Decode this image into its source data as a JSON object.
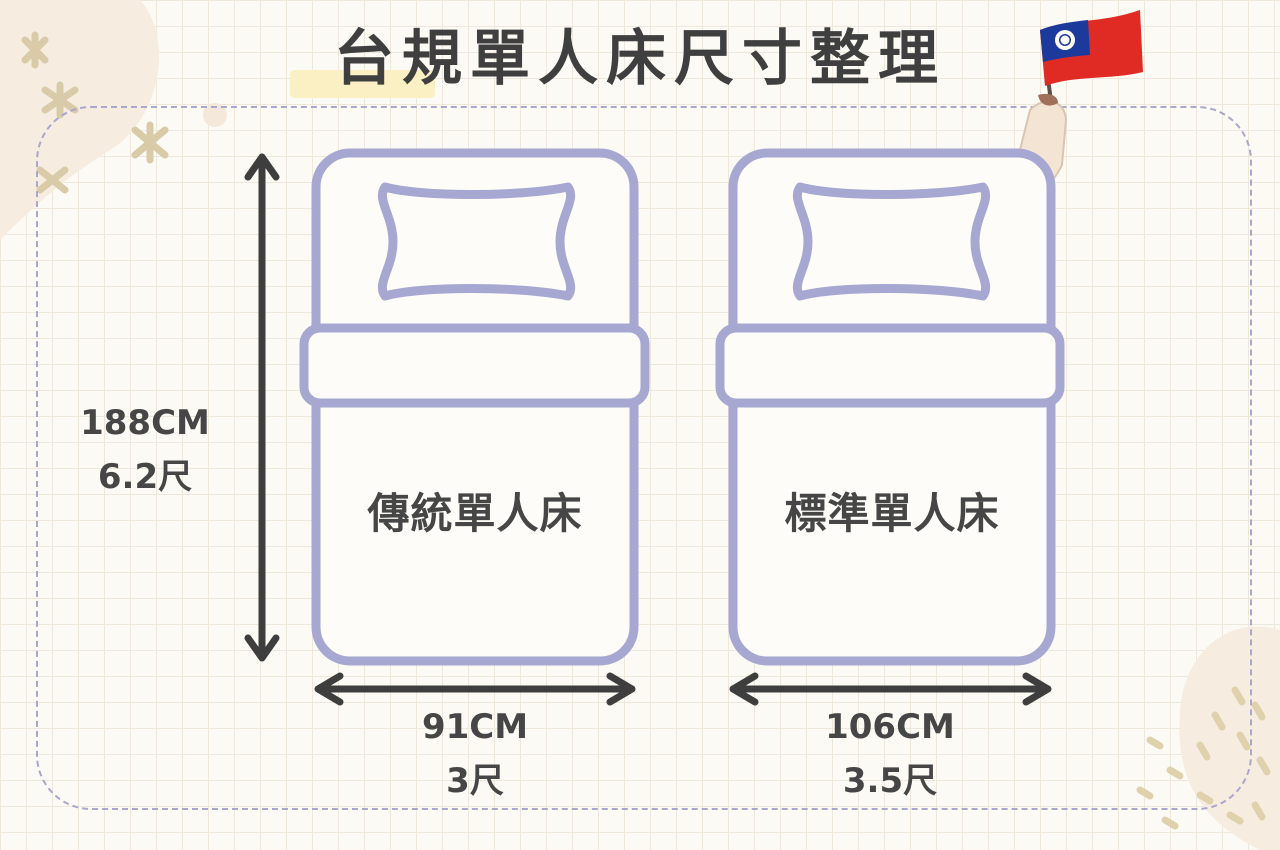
{
  "title": "台規單人床尺寸整理",
  "flag": "taiwan-flag",
  "length_label": {
    "cm": "188CM",
    "chi": "6.2尺"
  },
  "beds": [
    {
      "name": "傳統單人床",
      "width_cm": "91CM",
      "width_chi": "3尺"
    },
    {
      "name": "標準單人床",
      "width_cm": "106CM",
      "width_chi": "3.5尺"
    }
  ],
  "colors": {
    "outline": "#a6a8d2",
    "arrow": "#3e3e3e",
    "grid": "#ede7dc",
    "decor": "#f6ecdf"
  }
}
